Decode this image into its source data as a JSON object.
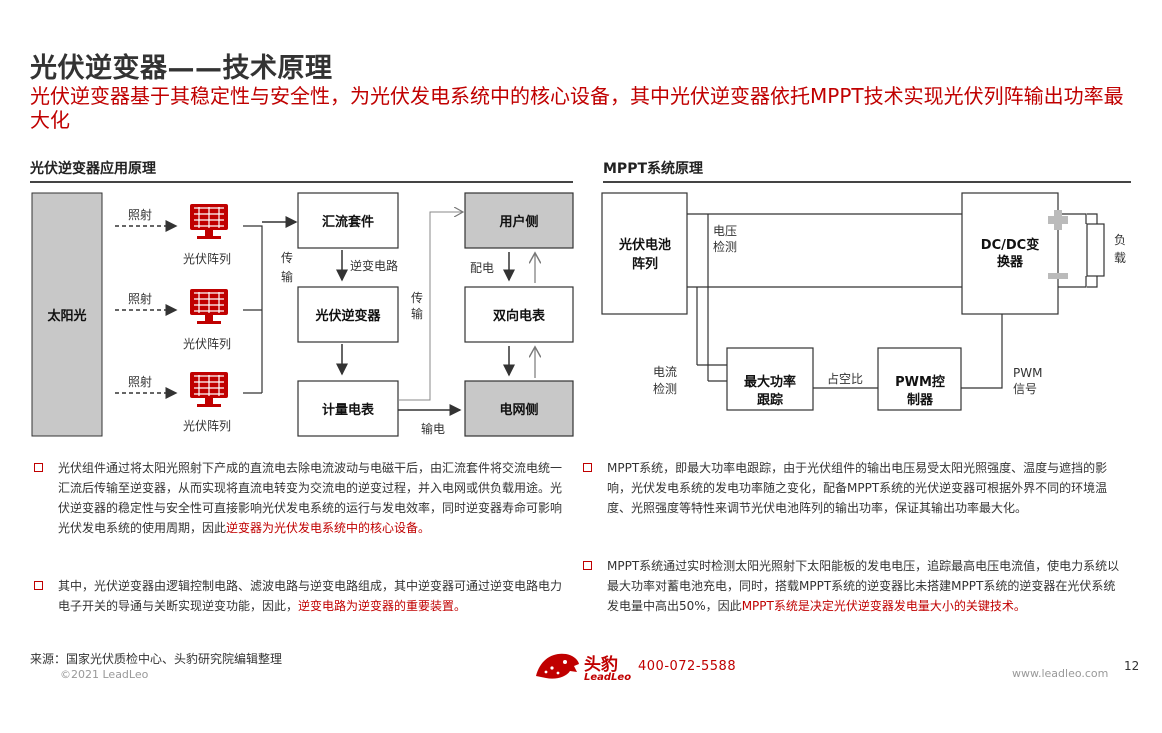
{
  "header": {
    "title": "光伏逆变器——技术原理",
    "subtitle": "光伏逆变器基于其稳定性与安全性，为光伏发电系统中的核心设备，其中光伏逆变器依托MPPT技术实现光伏列阵输出功率最大化"
  },
  "left": {
    "heading": "光伏逆变器应用原理",
    "diagram": {
      "sun": "太阳光",
      "irradiate": "照射",
      "pv_array": "光伏阵列",
      "combiner": "汇流套件",
      "inverter_circuit": "逆变电路",
      "inverter": "光伏逆变器",
      "meter": "计量电表",
      "transmit": "传输",
      "user_side": "用户侧",
      "distribute": "配电",
      "bi_meter": "双向电表",
      "grid_side": "电网侧",
      "supply": "输电"
    },
    "bullets": [
      {
        "plain": "光伏组件通过将太阳光照射下产成的直流电去除电流波动与电磁干后，由汇流套件将交流电统一汇流后传输至逆变器，从而实现将直流电转变为交流电的逆变过程，并入电网或供负载用途。光伏逆变器的稳定性与安全性可直接影响光伏发电系统的运行与发电效率，同时逆变器寿命可影响光伏发电系统的使用周期，因此",
        "highlight": "逆变器为光伏发电系统中的核心设备。"
      },
      {
        "plain": "其中，光伏逆变器由逻辑控制电路、滤波电路与逆变电路组成，其中逆变器可通过逆变电路电力电子开关的导通与关断实现逆变功能，因此，",
        "highlight": "逆变电路为逆变器的重要装置。"
      }
    ]
  },
  "right": {
    "heading": "MPPT系统原理",
    "diagram": {
      "pv_cell_1": "光伏电池",
      "pv_cell_2": "阵列",
      "voltage_1": "电压",
      "voltage_2": "检测",
      "dcdc_1": "DC/DC变",
      "dcdc_2": "换器",
      "load_1": "负",
      "load_2": "载",
      "current_1": "电流",
      "current_2": "检测",
      "mppt_1": "最大功率",
      "mppt_2": "跟踪",
      "duty": "占空比",
      "pwm_1": "PWM控",
      "pwm_2": "制器",
      "pwm_sig_1": "PWM",
      "pwm_sig_2": "信号",
      "plus": "+",
      "minus": "-"
    },
    "bullets": [
      {
        "plain": "MPPT系统，即最大功率电跟踪，由于光伏组件的输出电压易受太阳光照强度、温度与遮挡的影响，光伏发电系统的发电功率随之变化，配备MPPT系统的光伏逆变器可根据外界不同的环境温度、光照强度等特性来调节光伏电池阵列的输出功率，保证其输出功率最大化。",
        "highlight": ""
      },
      {
        "plain": "MPPT系统通过实时检测太阳光照射下太阳能板的发电电压，追踪最高电压电流值，使电力系统以最大功率对蓄电池充电，同时，搭载MPPT系统的逆变器比未搭建MPPT系统的逆变器在光伏系统发电量中高出50%，因此",
        "highlight": "MPPT系统是决定光伏逆变器发电量大小的关键技术。"
      }
    ]
  },
  "footer": {
    "source": "来源：国家光伏质检中心、头豹研究院编辑整理",
    "copyright": "©2021 LeadLeo",
    "brand_cn": "头豹",
    "brand_en": "LeadLeo",
    "phone": "400-072-5588",
    "website": "www.leadleo.com",
    "page": "12"
  },
  "colors": {
    "accent": "#c00000",
    "box_gray": "#c8c8c8",
    "text": "#333333"
  }
}
